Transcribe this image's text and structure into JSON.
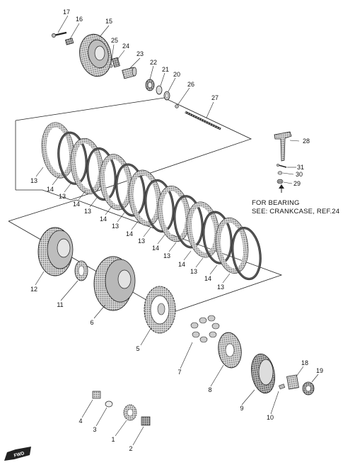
{
  "callouts": {
    "c1": "1",
    "c2": "2",
    "c3": "3",
    "c4": "4",
    "c5": "5",
    "c6": "6",
    "c7": "7",
    "c8": "8",
    "c9": "9",
    "c10": "10",
    "c11": "11",
    "c12": "12",
    "c13": "13",
    "c14": "14",
    "c15": "15",
    "c16": "16",
    "c17": "17",
    "c18": "18",
    "c19": "19",
    "c20": "20",
    "c21": "21",
    "c22": "22",
    "c23": "23",
    "c24": "24",
    "c25": "25",
    "c26": "26",
    "c27": "27",
    "c28": "28",
    "c29": "29",
    "c30": "30",
    "c31": "31"
  },
  "note": {
    "line1": "FOR BEARING",
    "line2": "SEE: CRANKCASE, REF.24"
  },
  "fwd_badge": "FWD",
  "colors": {
    "line": "#222222",
    "part_fill": "#9a9a9a",
    "part_light": "#cfcfcf"
  }
}
